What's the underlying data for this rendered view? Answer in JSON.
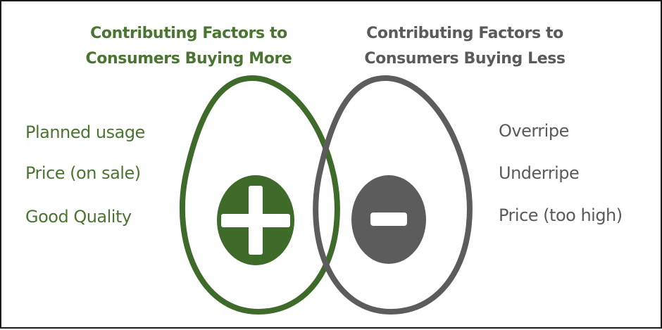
{
  "colors": {
    "positive": "#3f6b2a",
    "negative": "#5c5c5c",
    "positive_text": "#4a7531",
    "negative_text": "#5a5a5a",
    "border": "#1a1a1a"
  },
  "headings": {
    "more": {
      "line1": "Contributing Factors to",
      "line2": "Consumers Buying More"
    },
    "less": {
      "line1": "Contributing Factors to",
      "line2": "Consumers Buying Less"
    }
  },
  "more_factors": [
    "Planned usage",
    "Price (on sale)",
    "Good Quality"
  ],
  "less_factors": [
    "Overripe",
    "Underripe",
    "Price (too high)"
  ],
  "icons": {
    "positive": "plus-icon",
    "negative": "minus-icon"
  }
}
